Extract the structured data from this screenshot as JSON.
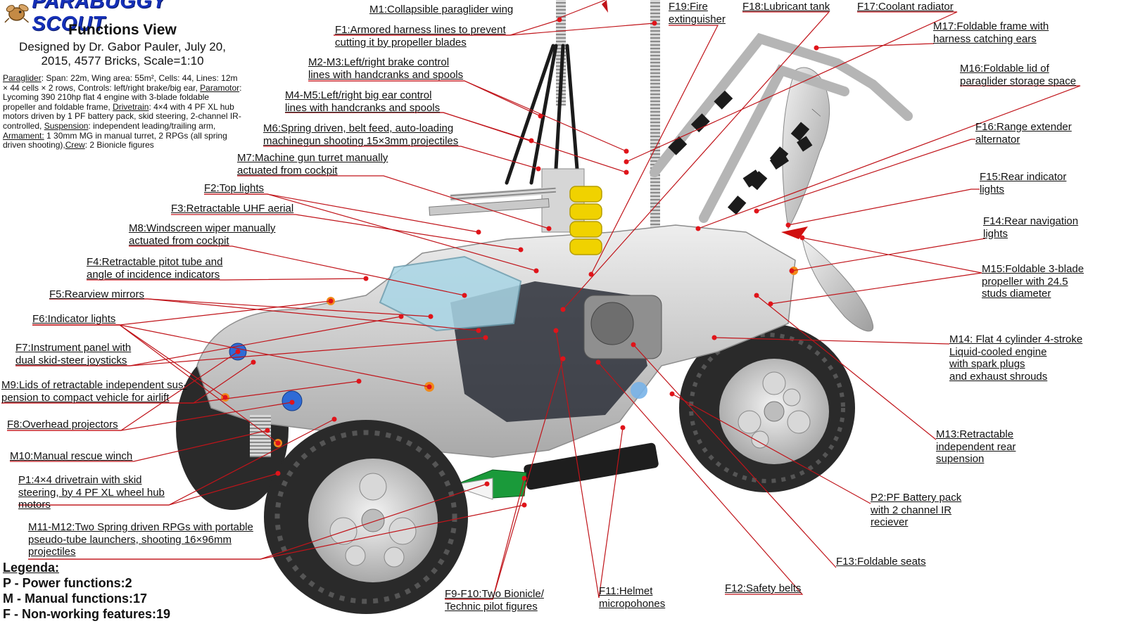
{
  "header": {
    "brand": "PARABUGGY SCOUT",
    "subtitle": "Functions View",
    "designer": "Designed by Dr. Gabor Pauler, July 20, 2015, 4577 Bricks, Scale=1:10"
  },
  "specs": {
    "paraglider_label": "Paraglider",
    "paraglider_text": ": Span: 22m, Wing area: 55m², Cells: 44, Lines: 12m × 44 cells × 2 rows, Controls: left/right brake/big ear, ",
    "paramotor_label": "Paramotor",
    "paramotor_text": ": Lycoming 390 210hp flat 4 engine with 3-blade foldable propeller and foldable frame, ",
    "drivetrain_label": "Drivetrain",
    "drivetrain_text": ": 4×4 with 4 PF XL hub motors driven by 1 PF battery pack, skid steering, 2-channel IR-controlled, ",
    "suspension_label": "Suspension",
    "suspension_text": ": independent leading/trailing arm, ",
    "armament_label": "Armament:",
    "armament_text": " 1 30mm MG in manual turret, 2 RPGs (all spring driven shooting),",
    "crew_label": "Crew",
    "crew_text": ": 2 Bionicle figures"
  },
  "legend": {
    "title": "Legenda:",
    "rows": [
      "P - Power functions:2",
      "M - Manual functions:17",
      "F - Non-working features:19"
    ]
  },
  "callouts": [
    {
      "id": "m1",
      "text": "M1:Collapsible paraglider wing"
    },
    {
      "id": "f1",
      "text": "F1:Armored harness lines to prevent\ncutting it by propeller blades"
    },
    {
      "id": "m2",
      "text": "M2-M3:Left/right brake control\nlines with handcranks and spools"
    },
    {
      "id": "m4",
      "text": "M4-M5:Left/right big ear control\nlines with handcranks and spools"
    },
    {
      "id": "m6",
      "text": "M6:Spring driven, belt feed, auto-loading\nmachinegun shooting 15×3mm projectiles"
    },
    {
      "id": "m7",
      "text": "M7:Machine gun turret manually\nactuated from cockpit"
    },
    {
      "id": "f2",
      "text": "F2:Top lights"
    },
    {
      "id": "f3",
      "text": "F3:Retractable UHF aerial"
    },
    {
      "id": "m8",
      "text": "M8:Windscreen wiper manually\nactuated from cockpit"
    },
    {
      "id": "f4",
      "text": "F4:Retractable pitot tube and\nangle of incidence indicators"
    },
    {
      "id": "f5",
      "text": "F5:Rearview mirrors"
    },
    {
      "id": "f6",
      "text": "F6:Indicator lights"
    },
    {
      "id": "f7",
      "text": "F7:Instrument panel with\ndual skid-steer joysticks"
    },
    {
      "id": "m9",
      "text": "M9:Lids of retractable independent sus-\npension to compact vehicle for airlift"
    },
    {
      "id": "f8",
      "text": "F8:Overhead projectors"
    },
    {
      "id": "m10",
      "text": "M10:Manual rescue winch"
    },
    {
      "id": "p1",
      "text": "P1:4×4 drivetrain with skid\nsteering, by 4 PF XL wheel hub\nmotors"
    },
    {
      "id": "m11",
      "text": "M11-M12:Two Spring driven RPGs with portable\npseudo-tube launchers,  shooting 16×96mm\nprojectiles"
    },
    {
      "id": "f19",
      "text": "F19:Fire\nextinguisher"
    },
    {
      "id": "f18",
      "text": "F18:Lubricant tank"
    },
    {
      "id": "f17",
      "text": "F17:Coolant radiator"
    },
    {
      "id": "m17",
      "text": "M17:Foldable frame with\nharness catching ears"
    },
    {
      "id": "m16",
      "text": "M16:Foldable lid of\nparaglider storage space"
    },
    {
      "id": "f16",
      "text": "F16:Range extender\nalternator"
    },
    {
      "id": "f15",
      "text": "F15:Rear indicator\nlights"
    },
    {
      "id": "f14",
      "text": "F14:Rear navigation\nlights"
    },
    {
      "id": "m15",
      "text": "M15:Foldable 3-blade\npropeller with 24.5\nstuds diameter"
    },
    {
      "id": "m14",
      "text": "M14: Flat 4 cylinder 4-stroke\nLiquid-cooled engine\nwith spark plugs\nand exhaust shrouds"
    },
    {
      "id": "m13",
      "text": "M13:Retractable\nindependent rear\nsupension"
    },
    {
      "id": "p2",
      "text": "P2:PF Battery pack\nwith 2 channel IR\nreciever"
    },
    {
      "id": "f13",
      "text": "F13:Foldable seats"
    },
    {
      "id": "f12",
      "text": "F12:Safety belts"
    },
    {
      "id": "f11",
      "text": "F11:Helmet\nmicropohones"
    },
    {
      "id": "f9",
      "text": "F9-F10:Two Bionicle/\nTechnic pilot figures"
    }
  ],
  "colors": {
    "brand_blue": "#1530b8",
    "leader_line": "#c0141a",
    "dot": "#e0141a",
    "body_grey": "#c9c9c9",
    "tire": "#2a2a2a",
    "accent_yellow": "#f0d200",
    "nose_green": "#1a9a3a"
  }
}
